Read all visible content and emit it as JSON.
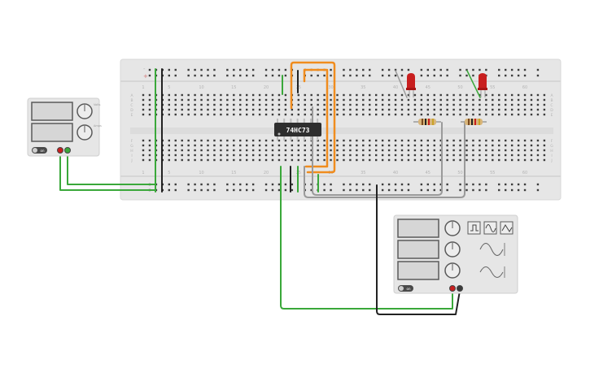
{
  "breadboard": {
    "column_numbers": [
      "1",
      "5",
      "10",
      "15",
      "20",
      "25",
      "30",
      "35",
      "40",
      "45",
      "50",
      "55",
      "60"
    ],
    "row_letters_top": [
      "A",
      "B",
      "C",
      "D",
      "E"
    ],
    "row_letters_bottom": [
      "F",
      "G",
      "H",
      "I",
      "J"
    ],
    "rail_plus": "+",
    "rail_minus": "-"
  },
  "chip": {
    "label": "74HC73"
  },
  "power_supply": {
    "knob_labels": [
      "Volts",
      "Amps"
    ],
    "button_label": "on"
  },
  "function_generator": {
    "button_label": "on",
    "wave_buttons": [
      "square-wave-icon",
      "sine-wave-icon",
      "triangle-wave-icon"
    ]
  },
  "colors": {
    "breadboard": "#e6e6e6",
    "wire_green": "#3aa83a",
    "wire_black": "#222222",
    "wire_orange": "#f08c1e",
    "wire_gray": "#9a9a9a",
    "led_red": "#c81e1e",
    "chip_body": "#2e2e2e"
  }
}
